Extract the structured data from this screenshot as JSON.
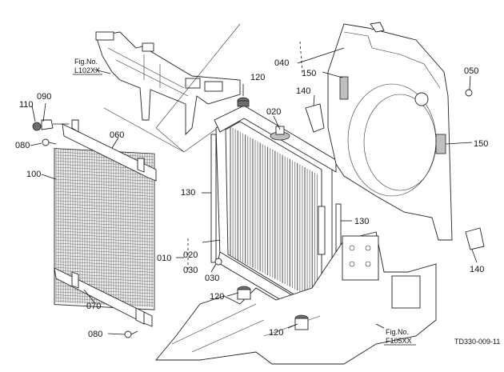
{
  "diagram": {
    "figure_refs": [
      {
        "prefix": "Fig.No.",
        "code": "L102XX"
      },
      {
        "prefix": "Fig.No.",
        "code": "F105XX"
      }
    ],
    "drawing_id": "TD330-009-11",
    "part_labels": [
      "040",
      "150",
      "140",
      "050",
      "150",
      "120",
      "020",
      "110",
      "090",
      "080",
      "060",
      "100",
      "130",
      "130",
      "010",
      "020",
      "030",
      "030",
      "120",
      "070",
      "080",
      "120",
      "140"
    ]
  }
}
